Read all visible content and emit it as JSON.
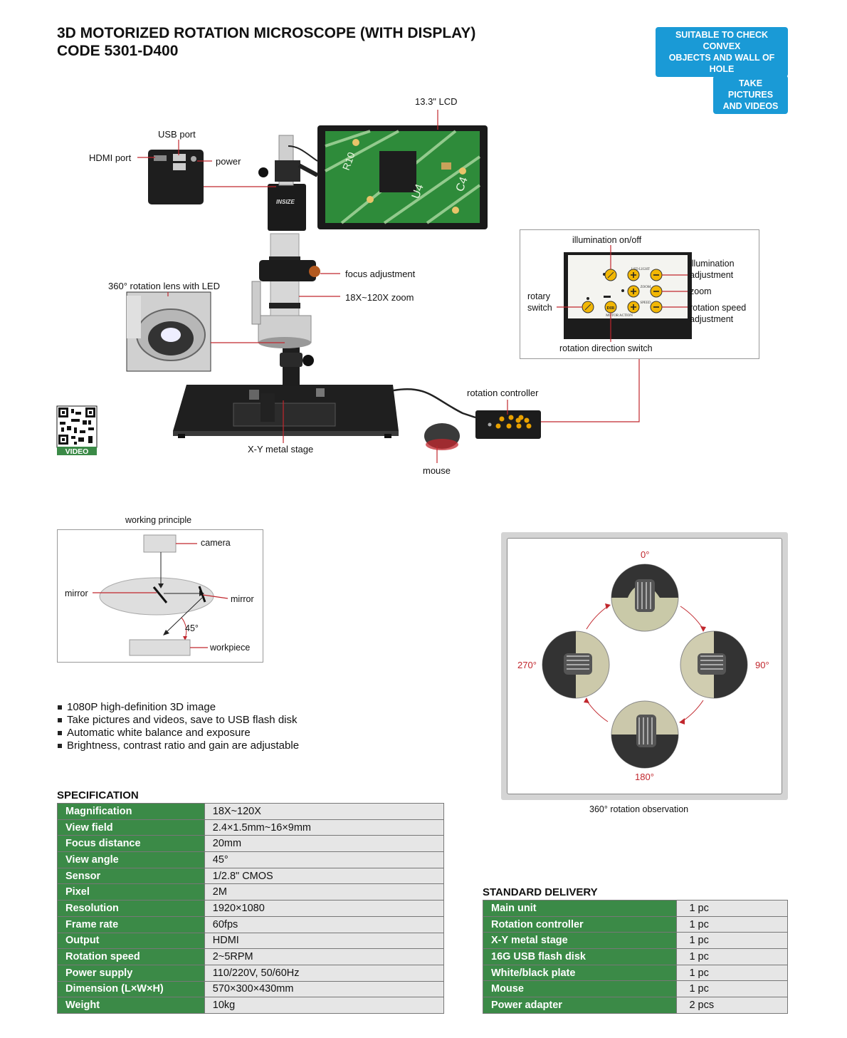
{
  "header": {
    "title_line1": "3D MOTORIZED ROTATION MICROSCOPE (WITH DISPLAY)",
    "title_line2": "CODE 5301-D400",
    "badge1_line1": "SUITABLE TO CHECK CONVEX",
    "badge1_line2": "OBJECTS AND WALL OF HOLE",
    "badge2_line1": "TAKE PICTURES",
    "badge2_line2": "AND VIDEOS"
  },
  "product_labels": {
    "lcd": "13.3\" LCD",
    "usb_port": "USB port",
    "hdmi_port": "HDMI port",
    "power": "power",
    "focus_adjustment": "focus adjustment",
    "zoom_range": "18X~120X zoom",
    "rotation_lens": "360° rotation lens with LED",
    "xy_stage": "X-Y metal stage",
    "rotation_controller": "rotation controller",
    "mouse": "mouse",
    "camera_brand": "INSIZE",
    "qr_caption": "VIDEO",
    "pcb_text_1": "R10",
    "pcb_text_2": "U4",
    "pcb_text_3": "C4"
  },
  "controller_panel": {
    "illumination_onoff": "illumination on/off",
    "illumination_adj_line1": "illumination",
    "illumination_adj_line2": "adjustment",
    "zoom": "zoom",
    "rotary_line1": "rotary",
    "rotary_line2": "switch",
    "rotation_speed_line1": "rotation speed",
    "rotation_speed_line2": "adjustment",
    "rotation_direction": "rotation direction switch",
    "panel_led_light": "LED LIGHT",
    "panel_zoom": "ZOOM",
    "panel_speed": "SPEED",
    "panel_motor_action": "MOTOR ACTION",
    "dir_button": "DIR"
  },
  "principle": {
    "title": "working principle",
    "camera": "camera",
    "mirror_left": "mirror",
    "mirror_right": "mirror",
    "angle": "45°",
    "workpiece": "workpiece"
  },
  "features": [
    "1080P high-definition 3D image",
    "Take pictures and videos, save to USB flash disk",
    "Automatic white balance and exposure",
    "Brightness, contrast ratio and gain are adjustable"
  ],
  "rotation": {
    "caption": "360° rotation observation",
    "deg0": "0°",
    "deg90": "90°",
    "deg180": "180°",
    "deg270": "270°"
  },
  "specification": {
    "title": "SPECIFICATION",
    "rows": [
      {
        "k": "Magnification",
        "v": "18X~120X"
      },
      {
        "k": "View field",
        "v": "2.4×1.5mm~16×9mm"
      },
      {
        "k": "Focus distance",
        "v": "20mm"
      },
      {
        "k": "View angle",
        "v": "45°"
      },
      {
        "k": "Sensor",
        "v": "1/2.8\" CMOS"
      },
      {
        "k": "Pixel",
        "v": "2M"
      },
      {
        "k": "Resolution",
        "v": "1920×1080"
      },
      {
        "k": "Frame rate",
        "v": "60fps"
      },
      {
        "k": "Output",
        "v": "HDMI"
      },
      {
        "k": "Rotation speed",
        "v": "2~5RPM"
      },
      {
        "k": "Power supply",
        "v": "110/220V, 50/60Hz"
      },
      {
        "k": "Dimension (L×W×H)",
        "v": "570×300×430mm"
      },
      {
        "k": "Weight",
        "v": "10kg"
      }
    ]
  },
  "delivery": {
    "title": "STANDARD DELIVERY",
    "rows": [
      {
        "k": "Main unit",
        "v": "1 pc"
      },
      {
        "k": "Rotation controller",
        "v": "1 pc"
      },
      {
        "k": "X-Y metal stage",
        "v": "1 pc"
      },
      {
        "k": "16G USB flash disk",
        "v": "1 pc"
      },
      {
        "k": "White/black plate",
        "v": "1 pc"
      },
      {
        "k": "Mouse",
        "v": "1 pc"
      },
      {
        "k": "Power adapter",
        "v": "2 pcs"
      }
    ]
  },
  "colors": {
    "accent_blue": "#1a9ad6",
    "table_green": "#3b8a47",
    "callout_red": "#c1272d",
    "pcb_green": "#2e8b3a"
  }
}
